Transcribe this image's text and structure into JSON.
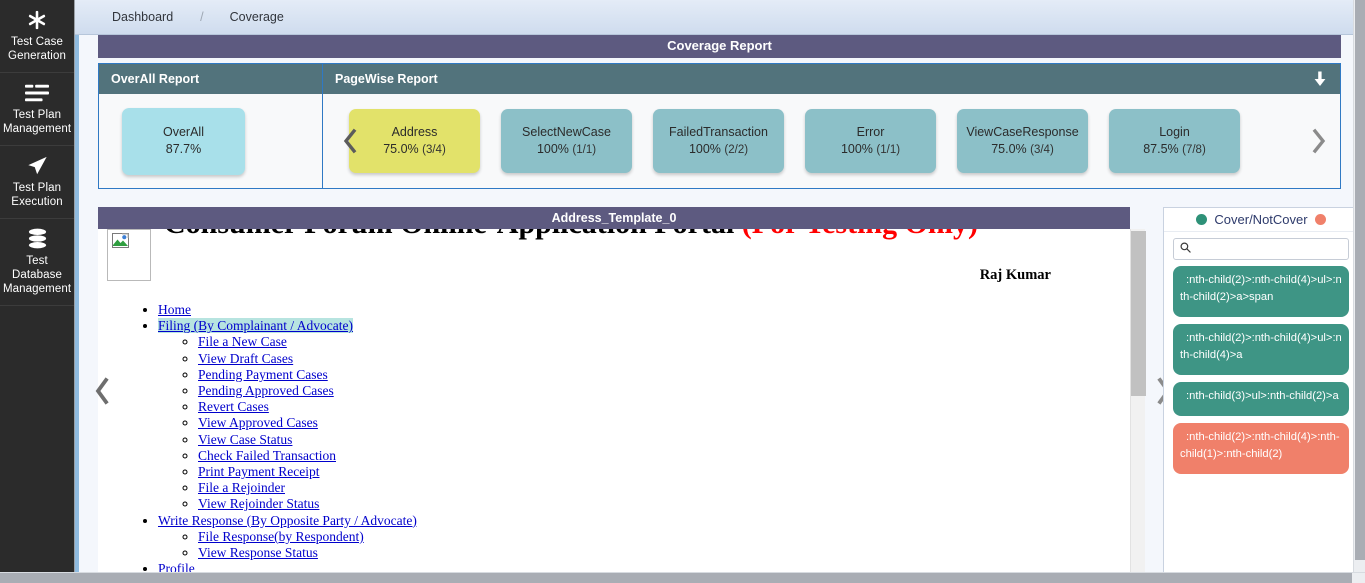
{
  "sidebar": {
    "items": [
      {
        "icon": "asterisk-icon",
        "label": "Test Case\nGeneration"
      },
      {
        "icon": "server-list-icon",
        "label": "Test Plan\nManagement"
      },
      {
        "icon": "paper-plane-icon",
        "label": "Test Plan\nExecution"
      },
      {
        "icon": "database-icon",
        "label": "Test Database\nManagement"
      }
    ]
  },
  "breadcrumb": {
    "root": "Dashboard",
    "separator": "/",
    "current": "Coverage"
  },
  "coverage": {
    "title": "Coverage Report",
    "overall_panel": {
      "title": "OverAll Report",
      "tile": {
        "name": "OverAll",
        "value": "87.7%"
      }
    },
    "pagewise_panel": {
      "title": "PageWise Report",
      "download_icon": "download-arrow-icon",
      "prev_icon": "chevron-left-icon",
      "next_icon": "chevron-right-icon",
      "tiles": [
        {
          "name": "Address",
          "value": "75.0%",
          "fraction": "(3/4)",
          "state": "cur"
        },
        {
          "name": "SelectNewCase",
          "value": "100%",
          "fraction": "(1/1)",
          "state": "def"
        },
        {
          "name": "FailedTransaction",
          "value": "100%",
          "fraction": "(2/2)",
          "state": "def"
        },
        {
          "name": "Error",
          "value": "100%",
          "fraction": "(1/1)",
          "state": "def"
        },
        {
          "name": "ViewCaseResponse",
          "value": "75.0%",
          "fraction": "(3/4)",
          "state": "def"
        },
        {
          "name": "Login",
          "value": "87.5%",
          "fraction": "(7/8)",
          "state": "def"
        }
      ]
    }
  },
  "preview": {
    "template_title": "Address_Template_0",
    "prev_icon": "chevron-left-icon",
    "next_icon": "chevron-right-icon",
    "broken_image_icon": "broken-image-icon",
    "site": {
      "title": "Consumer Forum Online-Application Portal",
      "title_suffix": "(For Testing Only)",
      "user": "Raj Kumar",
      "nav": [
        {
          "label": "Home",
          "highlighted": false,
          "children": []
        },
        {
          "label": "Filing (By Complainant / Advocate)",
          "highlighted": true,
          "children": [
            "File a New Case",
            "View Draft Cases",
            "Pending Payment Cases",
            "Pending Approved Cases",
            "Revert Cases",
            "View Approved Cases",
            "View Case Status",
            "Check Failed Transaction",
            "Print Payment Receipt",
            "File a Rejoinder",
            "View Rejoinder Status"
          ]
        },
        {
          "label": "Write Response (By Opposite Party / Advocate)",
          "highlighted": false,
          "children": [
            "File Response(by Respondent)",
            "View Response Status"
          ]
        },
        {
          "label": "Profile",
          "highlighted": false,
          "children": []
        }
      ]
    }
  },
  "selectors": {
    "header_label": "Cover/NotCover",
    "cover_color": "#2e9178",
    "notcover_color": "#f0806a",
    "search": {
      "icon": "search-icon",
      "value": "",
      "placeholder": ""
    },
    "items": [
      {
        "text": ":nth-child(2)>:nth-child(4)>ul>:nth-child(2)>a>span",
        "state": "cover"
      },
      {
        "text": ":nth-child(2)>:nth-child(4)>ul>:nth-child(4)>a",
        "state": "cover"
      },
      {
        "text": ":nth-child(3)>ul>:nth-child(2)>a",
        "state": "cover"
      },
      {
        "text": ":nth-child(2)>:nth-child(4)>:nth-child(1)>:nth-child(2)",
        "state": "notcover"
      }
    ]
  }
}
